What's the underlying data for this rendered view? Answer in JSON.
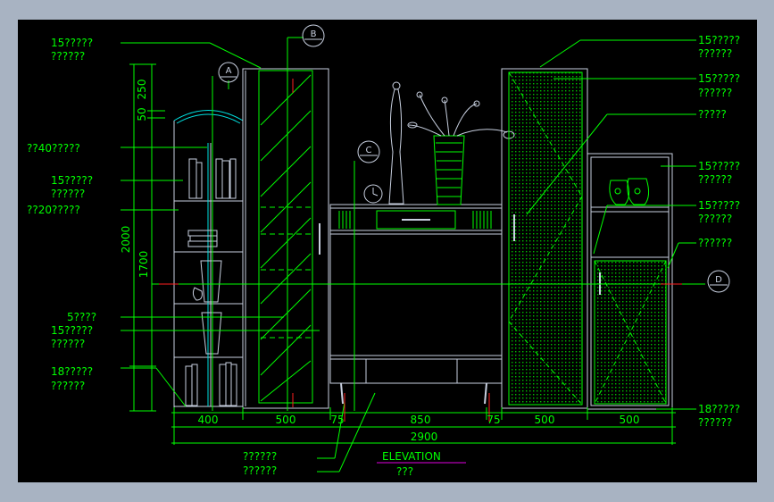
{
  "drawing": {
    "title": "ELEVATION",
    "subtitle": "???"
  },
  "section_markers": {
    "a": "A",
    "b": "B",
    "c": "C",
    "d": "D"
  },
  "left_notes": [
    [
      "15?????",
      "??????"
    ],
    [
      "??40?????"
    ],
    [
      "15?????",
      "??????"
    ],
    [
      "??20?????"
    ],
    [
      "5????"
    ],
    [
      "15?????",
      "??????"
    ],
    [
      "18?????",
      "??????"
    ]
  ],
  "right_notes": [
    [
      "15?????",
      "??????"
    ],
    [
      "15?????",
      "??????"
    ],
    [
      "?????"
    ],
    [
      "15?????",
      "??????"
    ],
    [
      "15?????",
      "??????"
    ],
    [
      "??????"
    ],
    [
      "18?????",
      "??????"
    ]
  ],
  "bottom_note": [
    "??????",
    "??????"
  ],
  "dimensions": {
    "vertical": [
      "250",
      "50",
      "2000",
      "1700"
    ],
    "segments": [
      "400",
      "500",
      "75",
      "850",
      "75",
      "500",
      "500"
    ],
    "total": "2900"
  },
  "colors": {
    "background": "#000000",
    "frame": "#a8b3c2",
    "annotation": "#00ff00",
    "outline": "#c8d0e0",
    "cyan": "#00e0e0",
    "marker_red": "#ff2020",
    "title_underline": "#e000e0"
  }
}
